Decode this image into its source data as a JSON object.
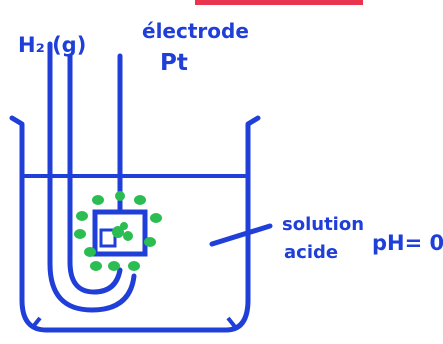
{
  "labels": {
    "gas": "H₂ (g)",
    "electrode_line1": "électrode",
    "electrode_line2": "Pt",
    "solution_line1": "solution",
    "solution_line2": "acide",
    "ph": "pH= 0"
  },
  "colors": {
    "ink": "#1f3fd8",
    "bubbles": "#2bbd52",
    "red_strip": "#e8344e"
  }
}
